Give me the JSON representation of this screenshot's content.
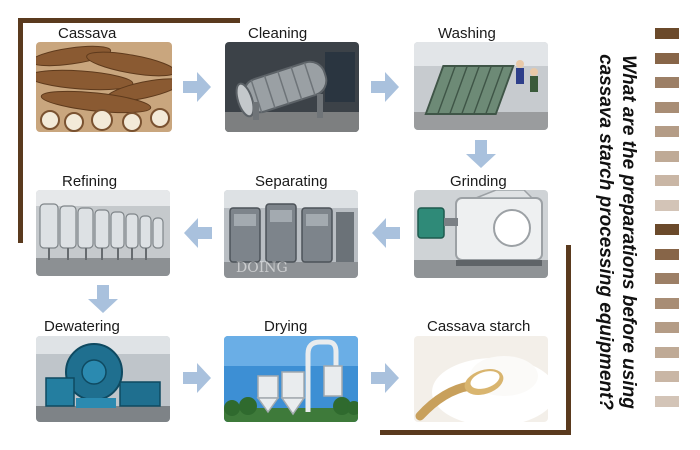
{
  "title": "What are the preparations before using cassava starch processing equipment?",
  "steps": [
    {
      "label": "Cassava"
    },
    {
      "label": "Cleaning"
    },
    {
      "label": "Washing"
    },
    {
      "label": "Grinding"
    },
    {
      "label": "Separating"
    },
    {
      "label": "Refining"
    },
    {
      "label": "Dewatering"
    },
    {
      "label": "Drying"
    },
    {
      "label": "Cassava starch"
    }
  ],
  "watermark": "DOING",
  "colors": {
    "bracket": "#5a3a1e",
    "arrow": "#a9c1dd",
    "stripe_dark": "#6b4a2b",
    "stripe_mid": "#9c7f66",
    "stripe_light": "#c9b6a5"
  },
  "stripe_palette": [
    "#6b4a2b",
    "#876548",
    "#9c7f66",
    "#a88d75",
    "#b49c86",
    "#bfaa96",
    "#c9b6a5",
    "#d3c4b7",
    "#6b4a2b",
    "#876548",
    "#9c7f66",
    "#a88d75",
    "#b49c86",
    "#bfaa96",
    "#c9b6a5",
    "#d3c4b7"
  ],
  "icons": {
    "flow_arrow": "flow-arrow-icon"
  }
}
